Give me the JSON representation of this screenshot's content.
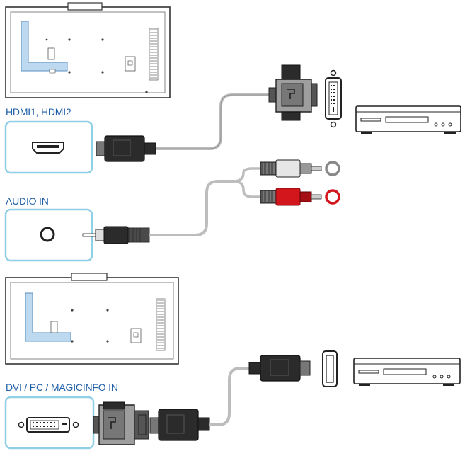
{
  "labels": {
    "hdmi": "HDMI1, HDMI2",
    "audio": "AUDIO IN",
    "dvi": "DVI / PC / MAGICINFO IN"
  },
  "colors": {
    "label_text": "#1f5fa8",
    "port_frame": "#8fd0e6",
    "connector_dark": "#2b2b2b",
    "connector_grey": "#9e9e9e",
    "cable": "#bdbdbd",
    "rca_red": "#d2161c",
    "rca_white": "#e6e6e6",
    "panel_highlight": "#bcd9ef",
    "outline": "#333333"
  },
  "icons": [
    "monitor-back-panel",
    "hdmi-port-icon",
    "audio-jack-icon",
    "dvi-port-icon",
    "hdmi-plug-icon",
    "dvi-plug-icon",
    "stereo-plug-icon",
    "rca-plug-icon",
    "dvd-player-icon"
  ]
}
